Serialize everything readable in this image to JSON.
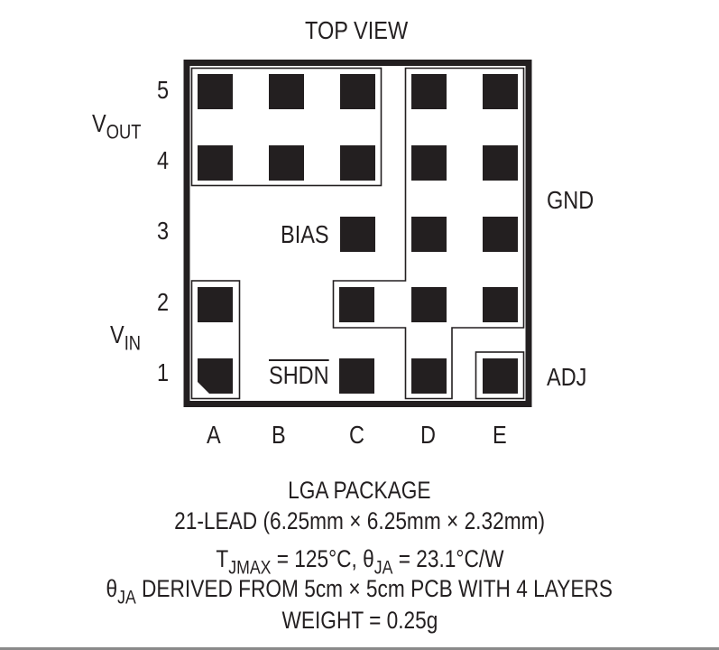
{
  "title": "TOP VIEW",
  "package": {
    "name": "LGA PACKAGE",
    "lead_desc": "21-LEAD (6.25mm × 6.25mm × 2.32mm)"
  },
  "thermal": {
    "tjmax_symbol": "T",
    "tjmax_sub": "JMAX",
    "tjmax_value": " = 125°C, ",
    "theta_symbol": "θ",
    "theta_sub": "JA",
    "theta_value": " = 23.1°C/W",
    "derived_symbol": "θ",
    "derived_sub": "JA",
    "derived_text": " DERIVED FROM 5cm × 5cm PCB WITH 4 LAYERS",
    "weight": "WEIGHT = 0.25g"
  },
  "row_labels": [
    "5",
    "4",
    "3",
    "2",
    "1"
  ],
  "column_labels": [
    "A",
    "B",
    "C",
    "D",
    "E"
  ],
  "signal_labels": {
    "vout_main": "V",
    "vout_sub": "OUT",
    "vin_main": "V",
    "vin_sub": "IN",
    "gnd": "GND",
    "adj": "ADJ",
    "bias": "BIAS",
    "shdn": "SHDN"
  },
  "pin_map": {
    "VOUT": [
      "A5",
      "B5",
      "C5",
      "A4",
      "B4",
      "C4"
    ],
    "GND": [
      "D5",
      "E5",
      "D4",
      "E4",
      "D3",
      "E3",
      "C2",
      "D2",
      "E2",
      "D1"
    ],
    "BIAS": [
      "C3"
    ],
    "VIN": [
      "A2",
      "A1"
    ],
    "SHDN": [
      "C1"
    ],
    "ADJ": [
      "E1"
    ]
  },
  "colors": {
    "ink": "#231f20",
    "rule": "#8a8a8a",
    "background": "#ffffff"
  }
}
